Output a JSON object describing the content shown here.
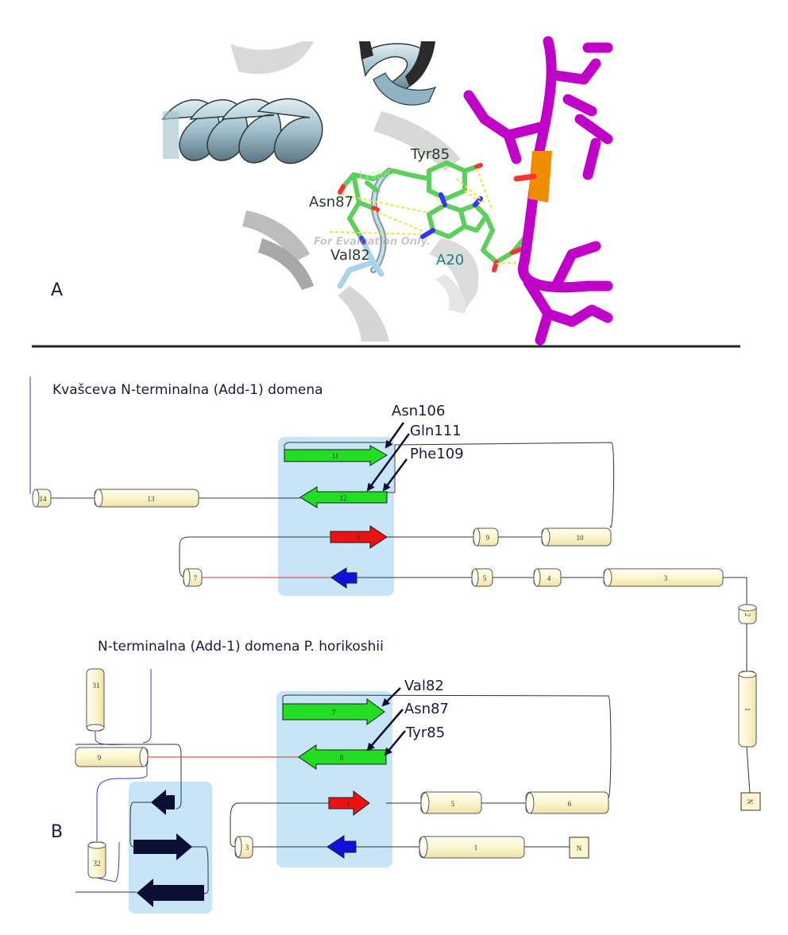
{
  "panel_labels": {
    "a": "A",
    "b": "B"
  },
  "structure": {
    "labels": {
      "tyr": "Tyr85",
      "asn": "Asn87",
      "val": "Val82",
      "a20": "A20",
      "faint": "Lys86"
    },
    "watermark": "For Evaluation Only."
  },
  "yeast": {
    "title": "Kvašceva N-terminalna (Add-1) domena",
    "residues": [
      "Asn106",
      "Gln111",
      "Phe109"
    ],
    "elements": {
      "s11": "11",
      "s12": "12",
      "s8": "8",
      "h9": "9",
      "h10": "10",
      "h14": "14",
      "h13": "13",
      "h7": "7",
      "h5": "5",
      "h4": "4",
      "h3": "3",
      "h2": "2",
      "h1": "1",
      "nterm": "N"
    }
  },
  "horikoshii": {
    "title": "N-terminalna (Add-1) domena P. horikoshii",
    "residues": [
      "Val82",
      "Asn87",
      "Tyr85"
    ],
    "elements": {
      "s7": "7",
      "s8": "8",
      "s4": "4",
      "h5": "5",
      "h6": "6",
      "h31": "31",
      "h9": "9",
      "h32": "32",
      "h3": "3",
      "h1": "1",
      "nterm": "N"
    }
  },
  "colors": {
    "helix_fill": "#fdf8d8",
    "strand_green": "#22dd22",
    "strand_red": "#ee1111",
    "strand_blue": "#1111dd",
    "strand_navy": "#0a0f33",
    "box_fill": "#c6e6f7",
    "label_navy": "#1a1a3a",
    "carbon_green": "#5ccf5c",
    "rna_magenta": "#c000c8"
  }
}
